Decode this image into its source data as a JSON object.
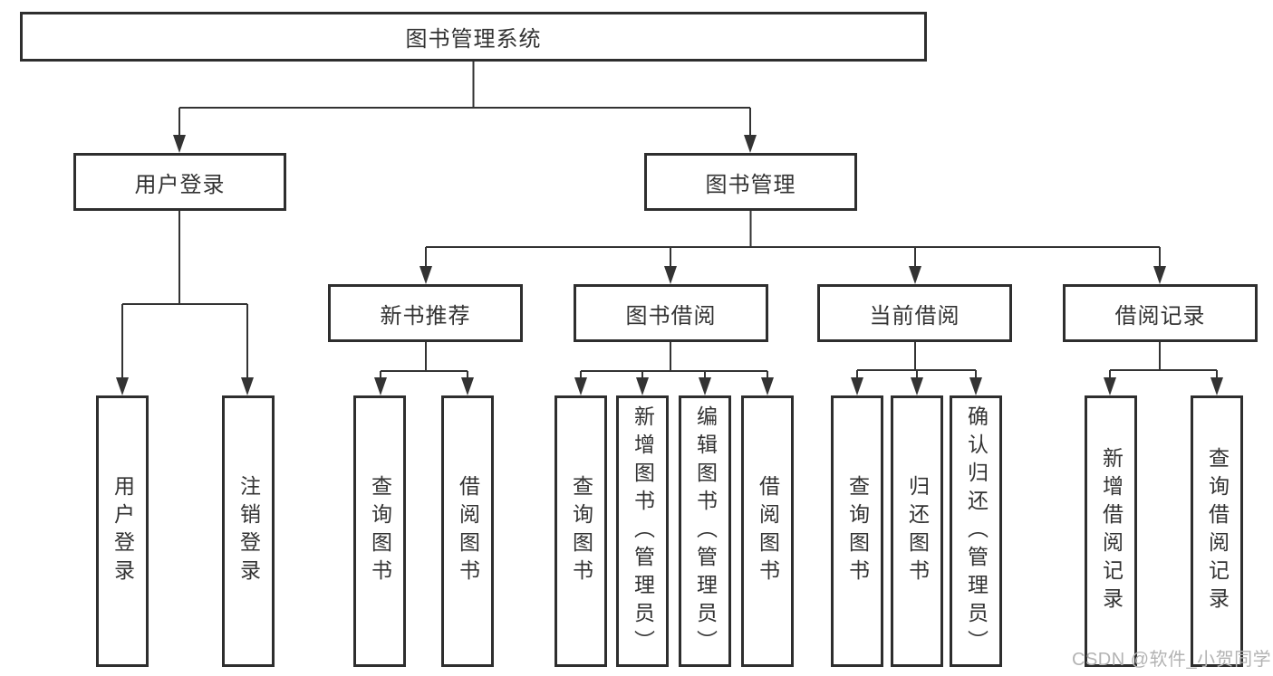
{
  "tree": {
    "label": "图书管理系统",
    "children": [
      {
        "label": "用户登录",
        "children": [
          {
            "label": "用户登录"
          },
          {
            "label": "注销登录"
          }
        ]
      },
      {
        "label": "图书管理",
        "children": [
          {
            "label": "新书推荐",
            "children": [
              {
                "label": "查询图书"
              },
              {
                "label": "借阅图书"
              }
            ]
          },
          {
            "label": "图书借阅",
            "children": [
              {
                "label": "查询图书"
              },
              {
                "label": "新增图书（管理员）"
              },
              {
                "label": "编辑图书（管理员）"
              },
              {
                "label": "借阅图书"
              }
            ]
          },
          {
            "label": "当前借阅",
            "children": [
              {
                "label": "查询图书"
              },
              {
                "label": "归还图书"
              },
              {
                "label": "确认归还（管理员）"
              }
            ]
          },
          {
            "label": "借阅记录",
            "children": [
              {
                "label": "新增借阅记录"
              },
              {
                "label": "查询借阅记录"
              }
            ]
          }
        ]
      }
    ]
  },
  "watermark": {
    "text": "CSDN @软件_小贺同学",
    "color": "#b3b3b3"
  },
  "colors": {
    "background": "#ffffff",
    "box_border": "#2e2e2e",
    "connector_line": "#333333",
    "text": "#333333"
  }
}
